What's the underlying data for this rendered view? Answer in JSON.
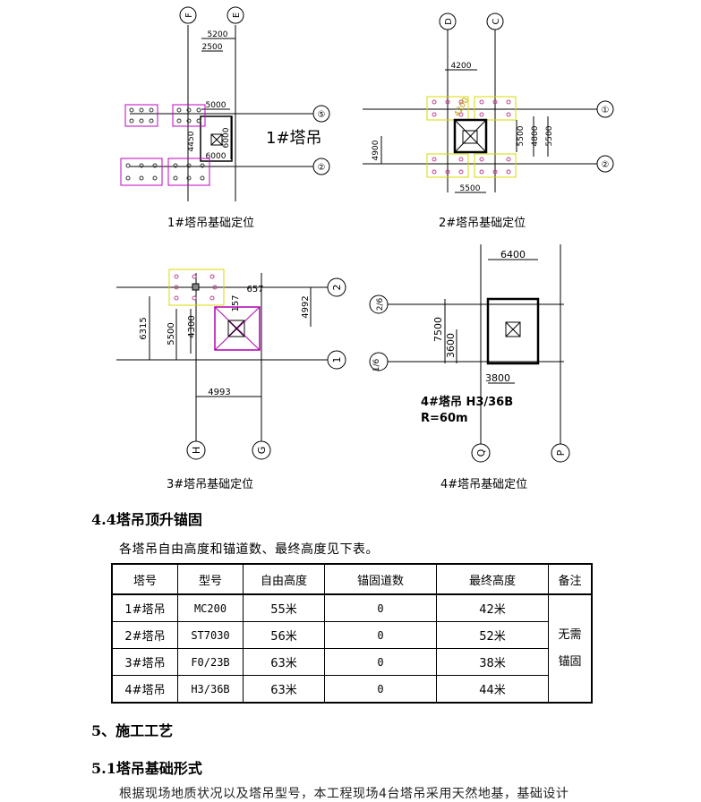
{
  "drawings": {
    "d1": {
      "caption": "1#塔吊基础定位",
      "axes": [
        "F",
        "E",
        "⑤",
        "②"
      ],
      "dims": [
        "5200",
        "2500",
        "5000",
        "4450",
        "6000",
        "6000"
      ],
      "label": "1#塔吊"
    },
    "d2": {
      "caption": "2#塔吊基础定位",
      "axes": [
        "D",
        "C",
        "①",
        "②"
      ],
      "dims": [
        "4200",
        "4900",
        "5500",
        "4800",
        "5500",
        "5500"
      ]
    },
    "d3": {
      "caption": "3#塔吊基础定位",
      "axes": [
        "H",
        "G",
        "2",
        "1"
      ],
      "dims": [
        "657",
        "157",
        "4992",
        "6315",
        "5500",
        "4300",
        "4993"
      ]
    },
    "d4": {
      "caption": "4#塔吊基础定位",
      "axes": [
        "Q",
        "P",
        "2/6",
        "1/6"
      ],
      "dims": [
        "6400",
        "7500",
        "3600",
        "3800"
      ],
      "label1": "4#塔吊 H3/36B",
      "label2": "R=60m"
    }
  },
  "section_4_4": {
    "heading": "4.4塔吊顶升锚固",
    "intro": "各塔吊自由高度和锚道数、最终高度见下表。"
  },
  "table": {
    "headers": [
      "塔号",
      "型号",
      "自由高度",
      "锚固道数",
      "最终高度",
      "备注"
    ],
    "rows": [
      [
        "1#塔吊",
        "MC200",
        "55米",
        "0",
        "42米"
      ],
      [
        "2#塔吊",
        "ST7030",
        "56米",
        "0",
        "52米"
      ],
      [
        "3#塔吊",
        "F0/23B",
        "63米",
        "0",
        "38米"
      ],
      [
        "4#塔吊",
        "H3/36B",
        "63米",
        "0",
        "44米"
      ]
    ],
    "remark_line1": "无需",
    "remark_line2": "锚固"
  },
  "section_5": {
    "heading": "5、施工工艺"
  },
  "section_5_1": {
    "heading": "5.1塔吊基础形式",
    "partial": "根据现场地质状况以及塔吊型号，本工程现场4台塔吊采用天然地基，基础设计"
  }
}
